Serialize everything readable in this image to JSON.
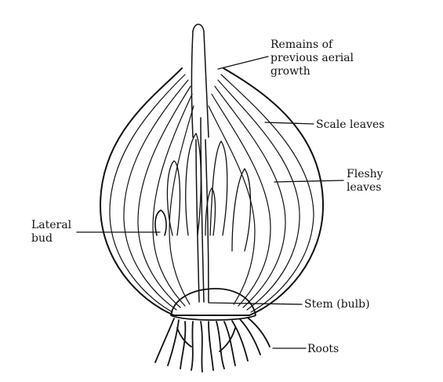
{
  "labels": {
    "remains": [
      "Remains of",
      "previous aerial",
      "growth"
    ],
    "scale_leaves": "Scale leaves",
    "fleshy_leaves": [
      "Fleshy",
      "leaves"
    ],
    "lateral_bud": [
      "Lateral",
      "bud"
    ],
    "stem": "Stem (bulb)",
    "roots": "Roots"
  },
  "colors": {
    "ink": "#111111",
    "background": "#ffffff"
  }
}
